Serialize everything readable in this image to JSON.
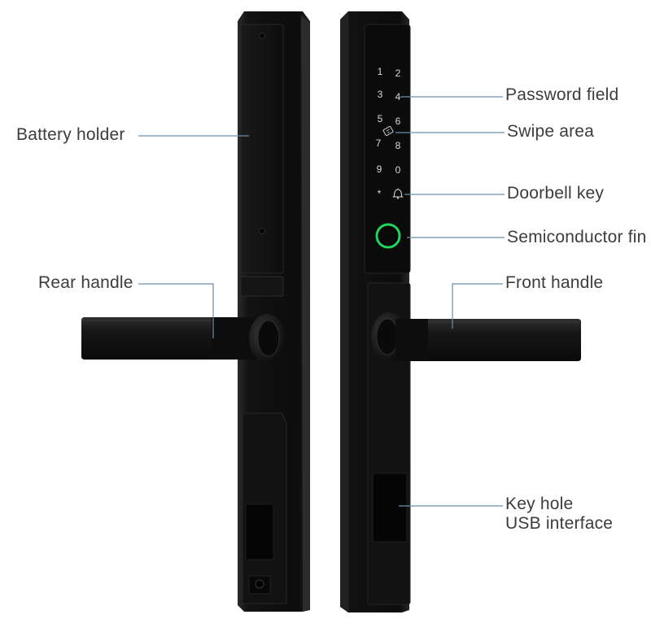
{
  "labels": {
    "battery_holder": "Battery holder",
    "rear_handle": "Rear handle",
    "password_field": "Password field",
    "swipe_area": "Swipe area",
    "doorbell_key": "Doorbell key",
    "semiconductor_fingerprint": "Semiconductor fin",
    "front_handle": "Front handle",
    "key_hole": "Key hole",
    "usb_interface": "USB interface"
  },
  "keypad": {
    "keys": [
      "1",
      "2",
      "3",
      "4",
      "5",
      "6",
      "7",
      "8",
      "9",
      "0",
      "*"
    ],
    "doorbell_icon": "bell-icon",
    "card_icon": "card-icon"
  },
  "colors": {
    "body": "#141414",
    "fingerprint_ring": "#1fd65a",
    "leader": "#6b8fa6",
    "label_text": "#3c3c3c"
  }
}
